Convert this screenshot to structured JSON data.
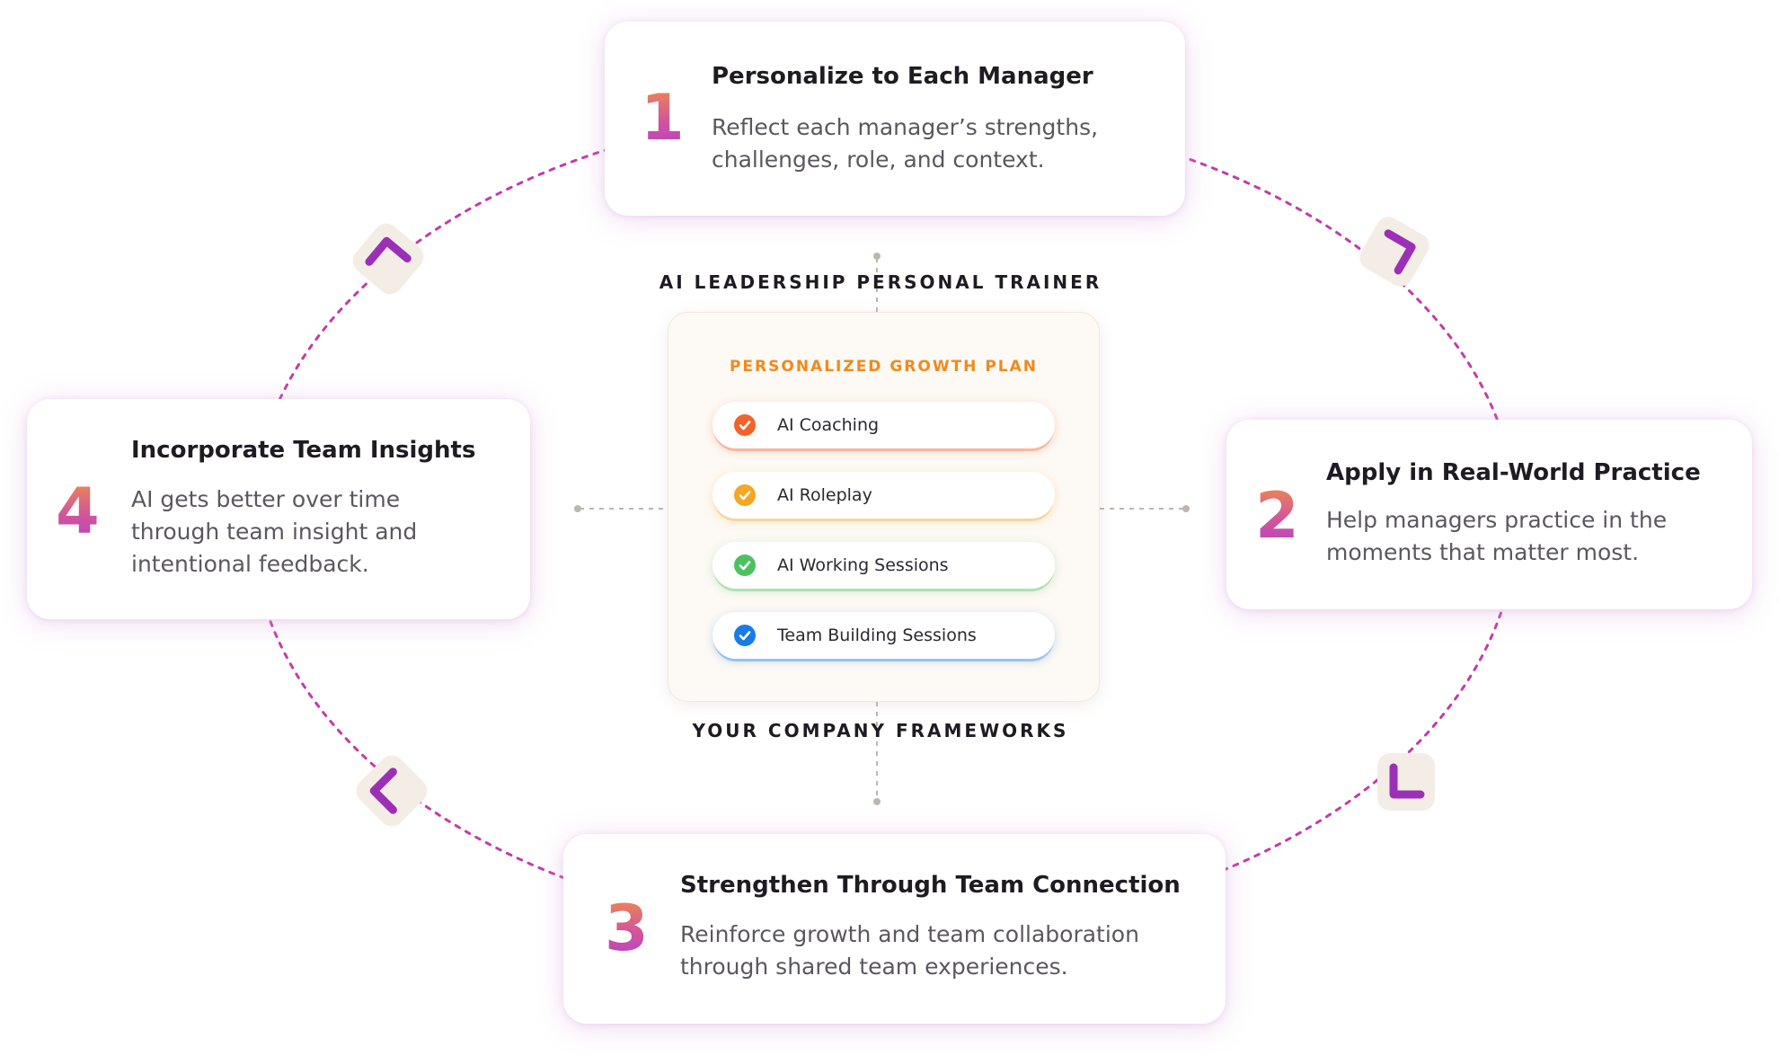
{
  "header_label": "AI LEADERSHIP PERSONAL TRAINER",
  "footer_label": "YOUR COMPANY FRAMEWORKS",
  "plan": {
    "title": "PERSONALIZED GROWTH PLAN",
    "items": [
      {
        "label": "AI Coaching",
        "color": "#f2622a"
      },
      {
        "label": "AI Roleplay",
        "color": "#f5a623"
      },
      {
        "label": "AI Working Sessions",
        "color": "#4cc160"
      },
      {
        "label": "Team Building Sessions",
        "color": "#1a7be8"
      }
    ]
  },
  "steps": [
    {
      "number": "1",
      "title": "Personalize to Each Manager",
      "description": "Reflect each manager’s strengths, challenges, role, and context."
    },
    {
      "number": "2",
      "title": "Apply in Real-World Practice",
      "description": "Help managers practice in the moments that matter most."
    },
    {
      "number": "3",
      "title": "Strengthen Through Team Connection",
      "description": "Reinforce growth and team collaboration through shared team experiences."
    },
    {
      "number": "4",
      "title": "Incorporate Team Insights",
      "description": "AI gets better over time through team insight and intentional feedback."
    }
  ],
  "colors": {
    "cycle_line": "#c43aa8",
    "arrow": "#9b2fb5",
    "arrow_halo": "#f3ede6",
    "plan_title": "#f08a1c"
  },
  "icons": {
    "cycle_arrow": "chevron-arrow-icon",
    "plan_check": "check-circle-icon"
  }
}
